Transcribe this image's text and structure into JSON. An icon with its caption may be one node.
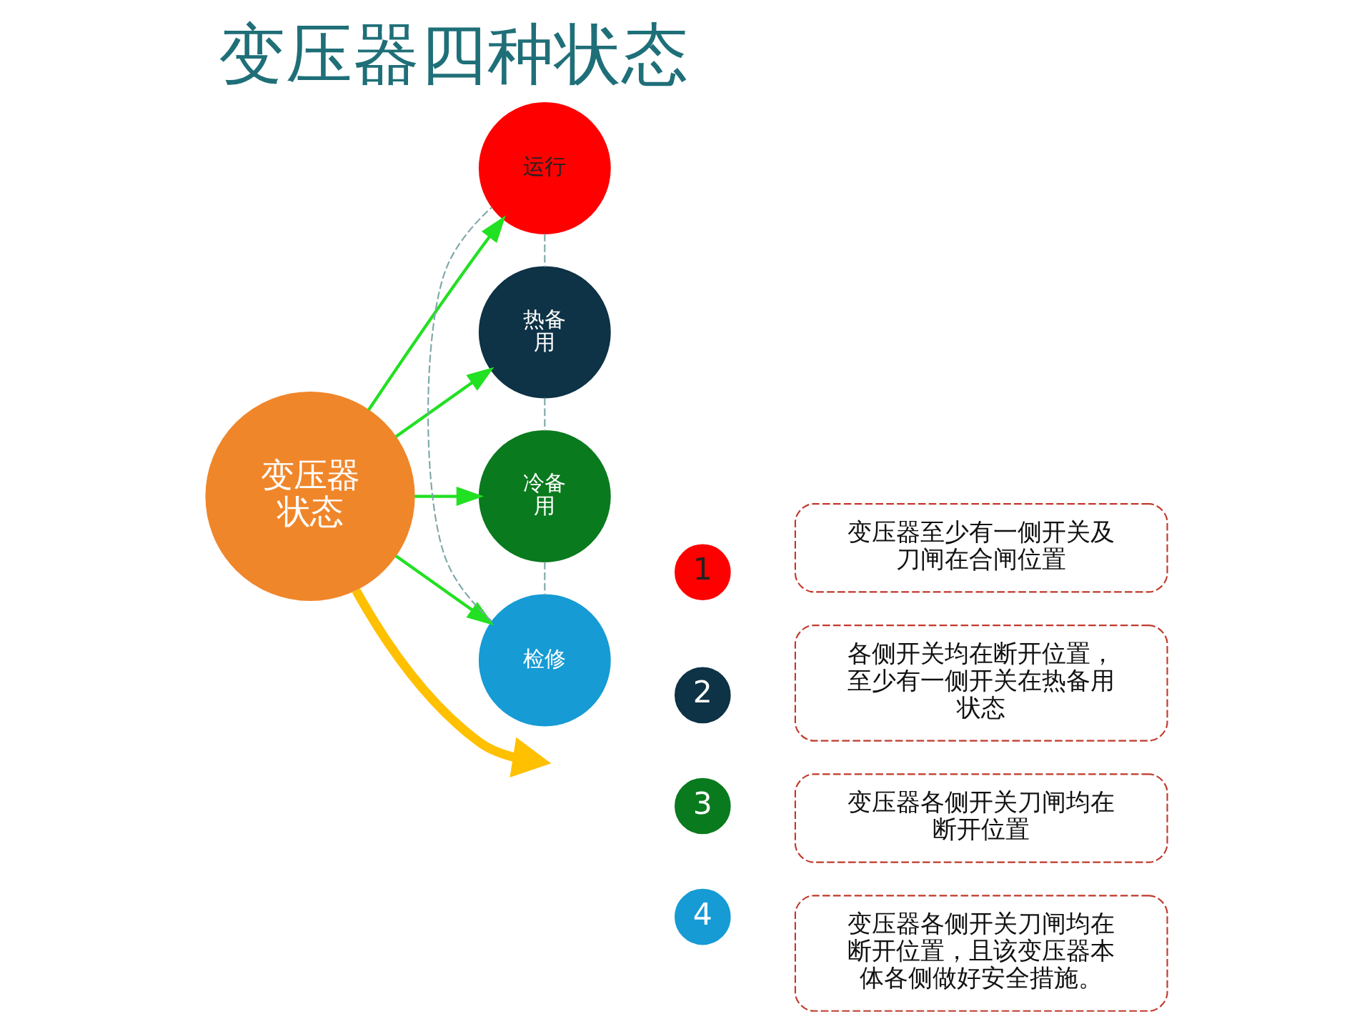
{
  "diagram": {
    "title": "变压器四种状态",
    "nodes": [
      {
        "text": [
          "变压器状态"
        ]
      },
      {
        "text": [
          "运行"
        ]
      },
      {
        "text": [
          "热备用"
        ]
      },
      {
        "text": [
          "冷备用"
        ]
      },
      {
        "text": [
          "检修"
        ]
      },
      {
        "text": [
          "1"
        ]
      },
      {
        "text": [
          "变压器至少有一侧开关及刀闸在合闸位置"
        ]
      },
      {
        "text": [
          "2"
        ]
      },
      {
        "text": [
          "各侧开关均在断开位置，至少有一侧开关在热备用状态"
        ]
      },
      {
        "text": [
          "3"
        ]
      },
      {
        "text": [
          "变压器各侧开关刀闸均在断开位置"
        ]
      },
      {
        "text": [
          "4"
        ]
      },
      {
        "text": [
          "变压器各侧开关刀闸均在断开位置，且该变压器本体各侧做好安全措施。"
        ]
      }
    ],
    "edges": [
      {
        "from": 0,
        "to": 1,
        "arrow": "to",
        "color": "#22e022"
      },
      {
        "from": 0,
        "to": 2,
        "arrow": "to",
        "color": "#22e022"
      },
      {
        "from": 0,
        "to": 3,
        "arrow": "to",
        "color": "#22e022"
      },
      {
        "from": 0,
        "to": 4,
        "arrow": "to",
        "color": "#22e022"
      },
      {
        "from": 1,
        "to": 2,
        "arrow": "none",
        "style": "dashed",
        "color": "#7fa7a7"
      },
      {
        "from": 2,
        "to": 3,
        "arrow": "none",
        "style": "dashed",
        "color": "#7fa7a7"
      },
      {
        "from": 3,
        "to": 4,
        "arrow": "none",
        "style": "dashed",
        "color": "#7fa7a7"
      },
      {
        "from": 4,
        "to": 1,
        "arrow": "none",
        "style": "dashed",
        "color": "#7fa7a7"
      },
      {
        "from": 0,
        "to": null,
        "arrow": "to",
        "style": "thick",
        "color": "#ffc000"
      }
    ]
  }
}
